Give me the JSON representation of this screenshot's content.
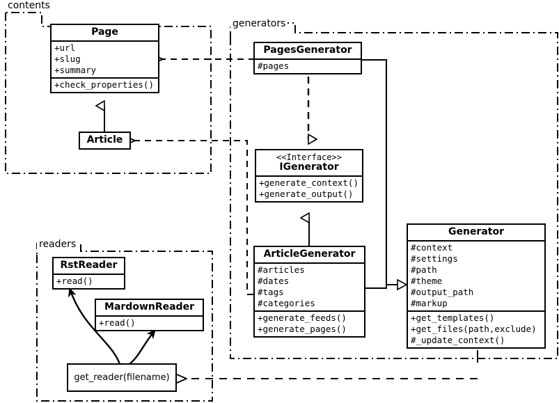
{
  "diagram": {
    "kind": "uml-class-diagram",
    "stroke_color": "#000000",
    "background_color": "#ffffff"
  },
  "packages": [
    {
      "id": "contents",
      "label": "contents"
    },
    {
      "id": "generators",
      "label": "generators"
    },
    {
      "id": "readers",
      "label": "readers"
    }
  ],
  "classes": {
    "page": {
      "name": "Page",
      "stereotype": "",
      "attributes": [
        "+url",
        "+slug",
        "+summary"
      ],
      "operations": [
        "+check_properties()"
      ]
    },
    "article": {
      "name": "Article",
      "stereotype": "",
      "attributes": [],
      "operations": []
    },
    "pages_generator": {
      "name": "PagesGenerator",
      "stereotype": "",
      "attributes": [
        "#pages"
      ],
      "operations": []
    },
    "igenerator": {
      "name": "IGenerator",
      "stereotype": "<<Interface>>",
      "attributes": [],
      "operations": [
        "+generate_context()",
        "+generate_output()"
      ]
    },
    "article_generator": {
      "name": "ArticleGenerator",
      "stereotype": "",
      "attributes": [
        "#articles",
        "#dates",
        "#tags",
        "#categories"
      ],
      "operations": [
        "+generate_feeds()",
        "+generate_pages()"
      ]
    },
    "generator": {
      "name": "Generator",
      "stereotype": "",
      "attributes": [
        "#context",
        "#settings",
        "#path",
        "#theme",
        "#output_path",
        "#markup"
      ],
      "operations": [
        "+get_templates()",
        "+get_files(path,exclude)",
        "#_update_context()"
      ]
    },
    "rst_reader": {
      "name": "RstReader",
      "stereotype": "",
      "attributes": [],
      "operations": [
        "+read()"
      ]
    },
    "mardown_reader": {
      "name": "MardownReader",
      "stereotype": "",
      "attributes": [],
      "operations": [
        "+read()"
      ]
    },
    "get_reader": {
      "name": "get_reader(filename)"
    }
  },
  "relationships": [
    {
      "id": "article-generalizes-page",
      "from": "Article",
      "to": "Page",
      "type": "generalization"
    },
    {
      "id": "pagesgenerator-realizes-igenerator",
      "from": "PagesGenerator",
      "to": "IGenerator",
      "type": "realization"
    },
    {
      "id": "articlegenerator-realizes-igenerator",
      "from": "ArticleGenerator",
      "to": "IGenerator",
      "type": "generalization"
    },
    {
      "id": "pagesgenerator-aggregates-generator",
      "from": "PagesGenerator",
      "to": "Generator",
      "type": "aggregation"
    },
    {
      "id": "articlegenerator-aggregates-generator",
      "from": "ArticleGenerator",
      "to": "Generator",
      "type": "aggregation"
    },
    {
      "id": "pagesgenerator-uses-page",
      "from": "PagesGenerator",
      "to": "Page",
      "type": "dependency"
    },
    {
      "id": "articlegenerator-uses-article",
      "from": "ArticleGenerator",
      "to": "Article",
      "type": "dependency"
    },
    {
      "id": "generator-uses-get-reader",
      "from": "Generator",
      "to": "get_reader(filename)",
      "type": "dependency"
    },
    {
      "id": "get-reader-creates-rstreader",
      "from": "get_reader(filename)",
      "to": "RstReader",
      "type": "association"
    },
    {
      "id": "get-reader-creates-mardownreader",
      "from": "get_reader(filename)",
      "to": "MardownReader",
      "type": "association"
    }
  ]
}
